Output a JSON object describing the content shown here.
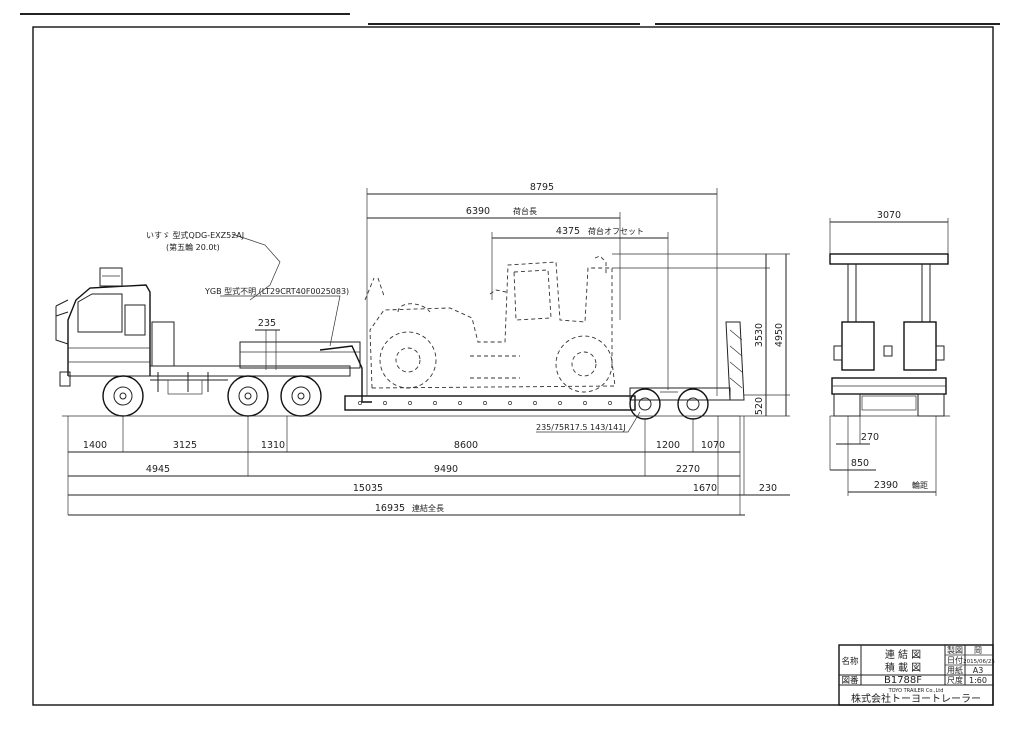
{
  "annotations": {
    "tractor_model": "いすゞ 型式QDG-EXZ52AJ",
    "fifth_wheel": "(第五輪 20.0t)",
    "trailer_model": "YGB 型式不明 (LT29CRT40F0025083)",
    "deck_length_label": "荷台長",
    "deck_offset_label": "荷台オフセット",
    "tire_spec": "235/75R17.5 143/141J",
    "total_length_label": "連結全長",
    "track_label": "輪距"
  },
  "dimensions": {
    "load_length": "8795",
    "deck_length": "6390",
    "deck_offset": "4375",
    "kingpin": "235",
    "height_load": "3530",
    "height_total": "4950",
    "deck_height": "520",
    "tractor_front_overhang": "1400",
    "tractor_wheelbase": "3125",
    "tractor_tandem": "1310",
    "trailer_wheelbase": "8600",
    "trailer_axle_spread": "1200",
    "trailer_rear_overhang": "1070",
    "row2_a": "4945",
    "row2_b": "9490",
    "row2_c": "2270",
    "row3_a": "15035",
    "row3_b": "1670",
    "row3_c": "230",
    "total_length": "16935",
    "rear_width": "3070",
    "rear_270": "270",
    "rear_850": "850",
    "rear_track": "2390"
  },
  "title_block": {
    "name_label": "名称",
    "name_line1": "連 結 図",
    "name_line2": "積 載 図",
    "drawing_no_label": "図番",
    "drawing_no": "B1788F",
    "designer_label": "製図",
    "designer_value": "岡",
    "date_label": "日付",
    "date_value": "2015/06/25",
    "paper_label": "用紙",
    "paper_value": "A3",
    "scale_label": "尺度",
    "scale_value": "1:60",
    "company_en": "TOYO TRAILER Co.,Ltd",
    "company_jp": "株式会社トーヨートレーラー"
  }
}
